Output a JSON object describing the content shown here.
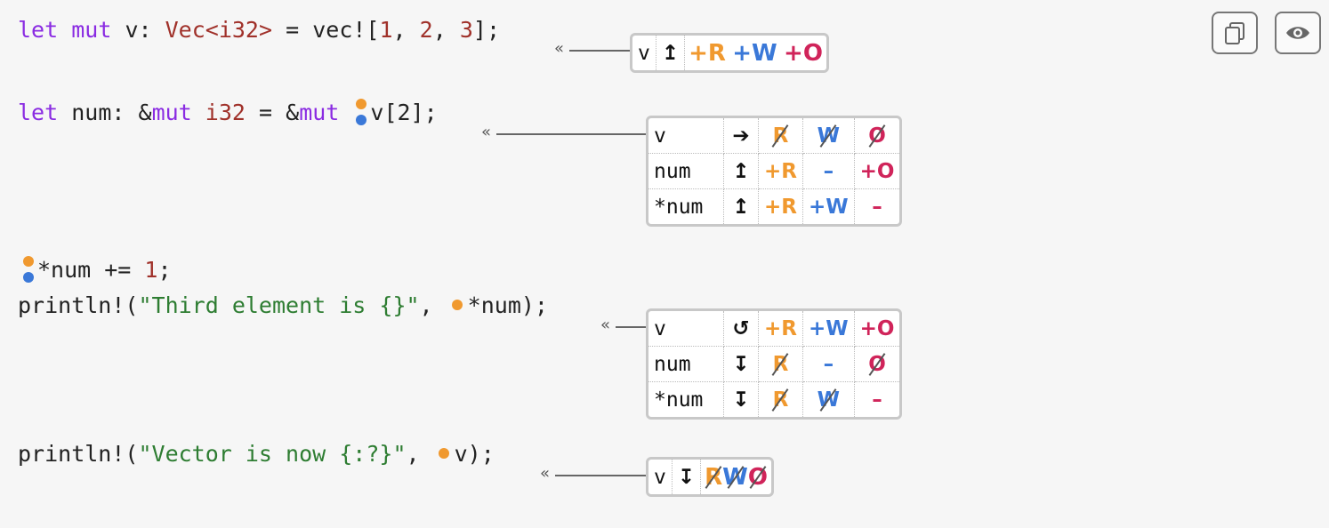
{
  "code": {
    "line1": {
      "kw1": "let",
      "kw2": "mut",
      "name": "v:",
      "type": "Vec<i32>",
      "eq": "=",
      "macro": "vec![",
      "n1": "1",
      "n2": "2",
      "n3": "3",
      "end": "];"
    },
    "line2": {
      "kw1": "let",
      "name": "num:",
      "amp": "&",
      "mut1": "mut",
      "type": "i32",
      "eq": "=",
      "amp2": "&",
      "mut2": "mut",
      "expr": "v[2];"
    },
    "line3": {
      "expr": "*num +=",
      "n": "1",
      "end": ";"
    },
    "line4": {
      "macro": "println!(",
      "str": "\"Third element is {}\"",
      "comma": ",",
      "arg": "*num);"
    },
    "line5": {
      "macro": "println!(",
      "str": "\"Vector is now {:?}\"",
      "comma": ",",
      "arg": "v);"
    }
  },
  "chevron": "«",
  "perm_boxes": [
    {
      "rows": [
        {
          "place": "v",
          "arrow": "↥",
          "R": "+R",
          "W": "+W",
          "O": "+O",
          "R_state": "gain",
          "W_state": "gain",
          "O_state": "gain"
        }
      ]
    },
    {
      "rows": [
        {
          "place": "v",
          "arrow": "➔",
          "R": "R",
          "W": "W",
          "O": "O",
          "R_state": "lost",
          "W_state": "lost",
          "O_state": "lost"
        },
        {
          "place": "num",
          "arrow": "↥",
          "R": "+R",
          "W": "–",
          "O": "+O",
          "R_state": "gain",
          "W_state": "none",
          "O_state": "gain"
        },
        {
          "place": "*num",
          "arrow": "↥",
          "R": "+R",
          "W": "+W",
          "O": "–",
          "R_state": "gain",
          "W_state": "gain",
          "O_state": "none"
        }
      ]
    },
    {
      "rows": [
        {
          "place": "v",
          "arrow": "↺",
          "R": "+R",
          "W": "+W",
          "O": "+O",
          "R_state": "gain",
          "W_state": "gain",
          "O_state": "gain"
        },
        {
          "place": "num",
          "arrow": "↧",
          "R": "R",
          "W": "–",
          "O": "O",
          "R_state": "lost",
          "W_state": "none",
          "O_state": "lost"
        },
        {
          "place": "*num",
          "arrow": "↧",
          "R": "R",
          "W": "W",
          "O": "–",
          "R_state": "lost",
          "W_state": "lost",
          "O_state": "none"
        }
      ]
    },
    {
      "rows": [
        {
          "place": "v",
          "arrow": "↧",
          "R": "R",
          "W": "W",
          "O": "O",
          "R_state": "lost",
          "W_state": "lost",
          "O_state": "lost"
        }
      ]
    }
  ],
  "toolbar": {
    "copy_icon": "copy-icon",
    "eye_icon": "eye-icon"
  },
  "colors": {
    "read": "#f0992f",
    "write": "#3a78d8",
    "own": "#d0245a"
  }
}
